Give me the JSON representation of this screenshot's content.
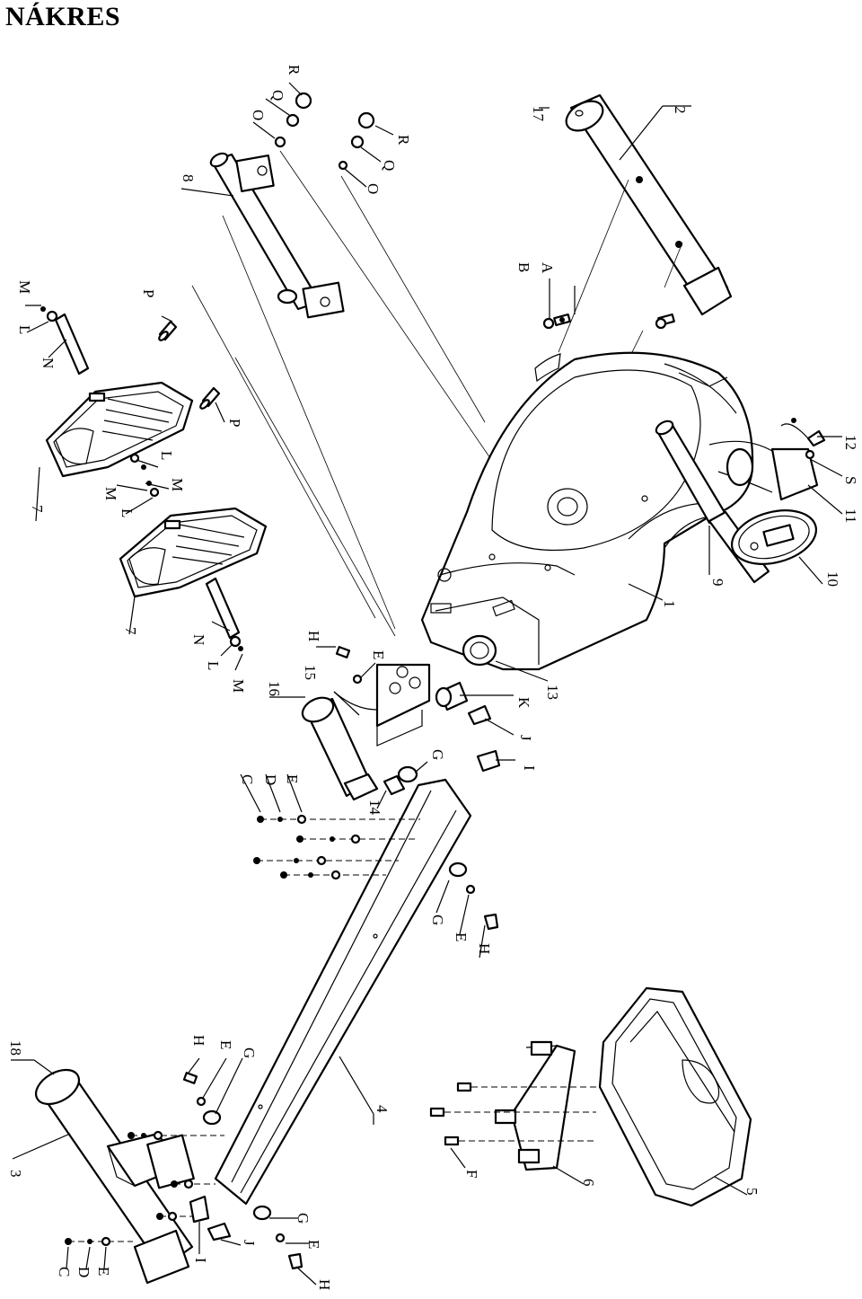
{
  "title": "NÁKRES",
  "labels": {
    "p1": "1",
    "p2": "2",
    "p3": "3",
    "p4": "4",
    "p5": "5",
    "p6": "6",
    "p7a": "7",
    "p7b": "7",
    "p8": "8",
    "p9": "9",
    "p10": "10",
    "p11": "11",
    "p12": "12",
    "p13": "13",
    "p14": "14",
    "p15": "15",
    "p16": "16",
    "p17": "17",
    "p18": "18",
    "A": "A",
    "B": "B",
    "C1": "C",
    "D1": "D",
    "E1": "E",
    "C2": "C",
    "D2": "D",
    "E2": "E",
    "E3": "E",
    "E4": "E",
    "E5": "E",
    "E6": "E",
    "F": "F",
    "G1": "G",
    "G2": "G",
    "G3": "G",
    "G4": "G",
    "H1": "H",
    "H2": "H",
    "H3": "H",
    "H4": "H",
    "I1": "I",
    "I2": "I",
    "J1": "J",
    "J2": "J",
    "K": "K",
    "L1": "L",
    "L2": "L",
    "L3": "L",
    "L4": "L",
    "M1": "M",
    "M2": "M",
    "M3": "M",
    "M4": "M",
    "N1": "N",
    "N2": "N",
    "O1": "O",
    "O2": "O",
    "P1": "P",
    "P2": "P",
    "Q1": "Q",
    "Q2": "Q",
    "R1": "R",
    "R2": "R",
    "S": "S"
  }
}
